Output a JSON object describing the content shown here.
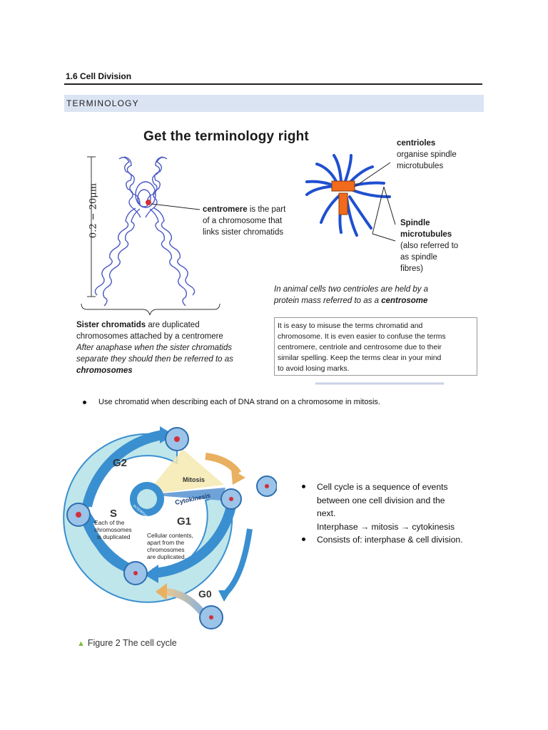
{
  "heading": "1.6 Cell Division",
  "band_label": "TERMINOLOGY",
  "terminology_figure": {
    "title": "Get the terminology right",
    "scale_label": "0.2 − 20μm",
    "centromere": [
      "centromere is the part",
      "of a chromosome that",
      "links sister chromatids"
    ],
    "centromere_bold": "centromere",
    "centrioles": [
      "centrioles",
      "organise spindle",
      "microtubules"
    ],
    "spindle": [
      "Spindle",
      "microtubules",
      "(also referred to",
      "as spindle",
      "fibres)"
    ],
    "centrosome_note": [
      "In animal cells two centrioles are held by a",
      "protein mass referred to as a ",
      "centrosome"
    ],
    "sister": [
      "Sister chromatids",
      " are duplicated",
      "chromosomes attached by a centromere"
    ],
    "after_anaphase": [
      "After anaphase when the sister chromatids",
      "separate they should then be referred to as",
      "chromosomes"
    ],
    "box_text": [
      "It is easy to misuse the terms chromatid and",
      "chromosome. It is even easier to confuse the terms",
      "centromere, centriole and centrosome due to their",
      "similar spelling. Keep the terms clear in your mind",
      "to avoid losing marks."
    ]
  },
  "bullet_1": "Use chromatid when describing each of DNA strand on a chromosome in mitosis.",
  "cell_cycle_figure": {
    "g2": "G2",
    "s": "S",
    "g1": "G1",
    "g0": "G0",
    "mitosis": "Mitosis",
    "cytokinesis": "Cytokinesis",
    "interphase": "INTERPHASE",
    "s_note": [
      "Each of the",
      "chromosomes",
      "is duplicated"
    ],
    "g1_note": [
      "Cellular contents,",
      "apart from the",
      "chromosomes",
      "are duplicated."
    ],
    "caption": "Figure 2 The cell cycle"
  },
  "cell_cycle_points": [
    [
      "Cell cycle is a sequence of events",
      "between one cell division and the",
      "next.",
      "Interphase → mitosis → cytokinesis"
    ],
    [
      "Consists of: interphase & cell division."
    ]
  ],
  "colors": {
    "band": "#dbe4f3",
    "chromosome": "#4a58c4",
    "spindle": "#1f4fd0",
    "centriole": "#f26a1b",
    "cycle_blue": "#3a8fd0",
    "cycle_fill": "#bfe6ea"
  }
}
